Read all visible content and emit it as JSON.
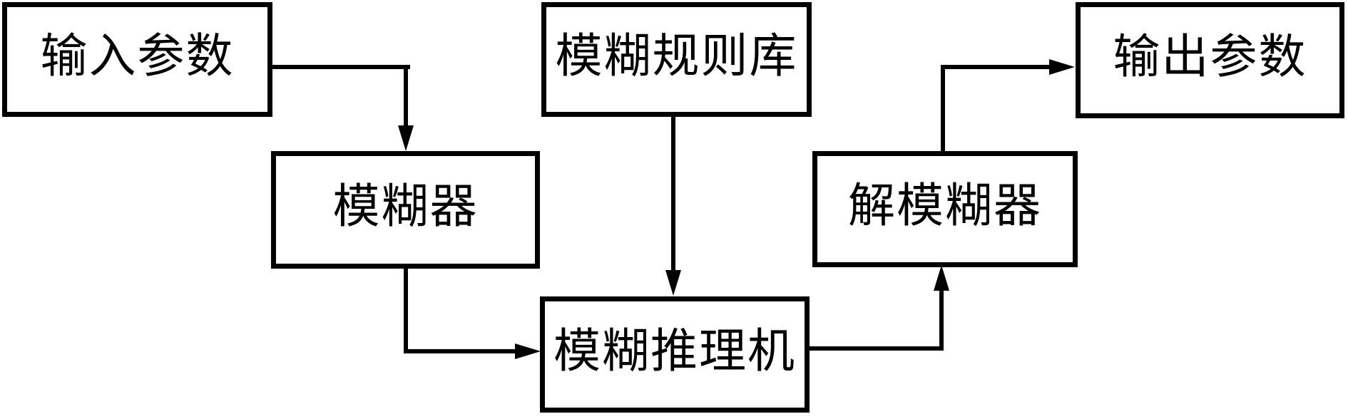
{
  "diagram": {
    "type": "flowchart",
    "background_color": "#ffffff",
    "line_color": "#000000",
    "box_fill_color": "#ffffff",
    "nodes": [
      {
        "id": "input-params",
        "label": "输入参数"
      },
      {
        "id": "fuzzy-rule-base",
        "label": "模糊规则库"
      },
      {
        "id": "output-params",
        "label": "输出参数"
      },
      {
        "id": "fuzzifier",
        "label": "模糊器"
      },
      {
        "id": "defuzzifier",
        "label": "解模糊器"
      },
      {
        "id": "fuzzy-inference-engine",
        "label": "模糊推理机"
      }
    ],
    "edges": [
      {
        "from": "input-params",
        "to": "fuzzifier"
      },
      {
        "from": "fuzzy-rule-base",
        "to": "fuzzy-inference-engine"
      },
      {
        "from": "fuzzifier",
        "to": "fuzzy-inference-engine"
      },
      {
        "from": "fuzzy-inference-engine",
        "to": "defuzzifier"
      },
      {
        "from": "defuzzifier",
        "to": "output-params"
      }
    ]
  }
}
